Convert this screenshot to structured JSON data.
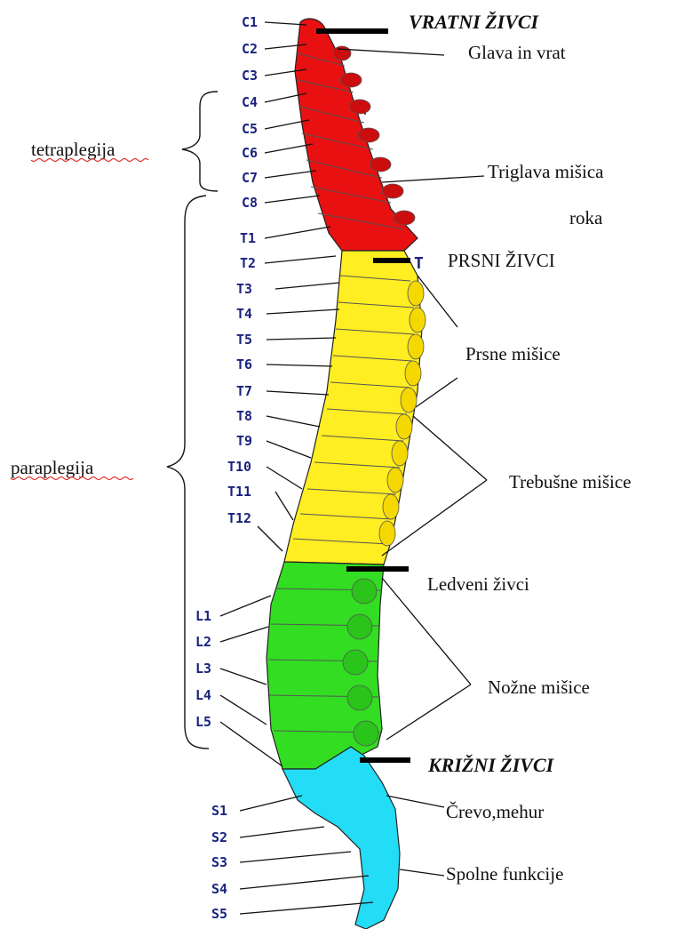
{
  "colors": {
    "cervical": "#e81010",
    "thoracic": "#ffee22",
    "lumbar": "#33dd22",
    "sacral": "#22ddf5",
    "outline": "#222222",
    "level_text": "#1a237e"
  },
  "levels": {
    "c1": "C1",
    "c2": "C2",
    "c3": "C3",
    "c4": "C4",
    "c5": "C5",
    "c6": "C6",
    "c7": "C7",
    "c8": "C8",
    "t1": "T1",
    "t2": "T2",
    "t3": "T3",
    "t4": "T4",
    "t5": "T5",
    "t6": "T6",
    "t7": "T7",
    "t8": "T8",
    "t9": "T9",
    "t10": "T10",
    "t11": "T11",
    "t12": "T12",
    "l1": "L1",
    "l2": "L2",
    "l3": "L3",
    "l4": "L4",
    "l5": "L5",
    "s1": "S1",
    "s2": "S2",
    "s3": "S3",
    "s4": "S4",
    "s5": "S5"
  },
  "labels": {
    "cervical_nerves": "VRATNI ŽIVCI",
    "head_neck": "Glava in vrat",
    "triceps": "Triglava mišica",
    "arm": "roka",
    "thoracic_marker": "T",
    "thoracic_nerves": "PRSNI ŽIVCI",
    "chest_muscles": "Prsne mišice",
    "abdominal_muscles": "Trebušne mišice",
    "lumbar_nerves": "Ledveni živci",
    "leg_muscles": "Nožne mišice",
    "sacral_nerves": "KRIŽNI ŽIVCI",
    "bowel_bladder": "Črevo,mehur",
    "sexual_function": "Spolne funkcije"
  },
  "regions": {
    "tetraplegia": "tetraplegija",
    "paraplegia": "paraplegija"
  }
}
